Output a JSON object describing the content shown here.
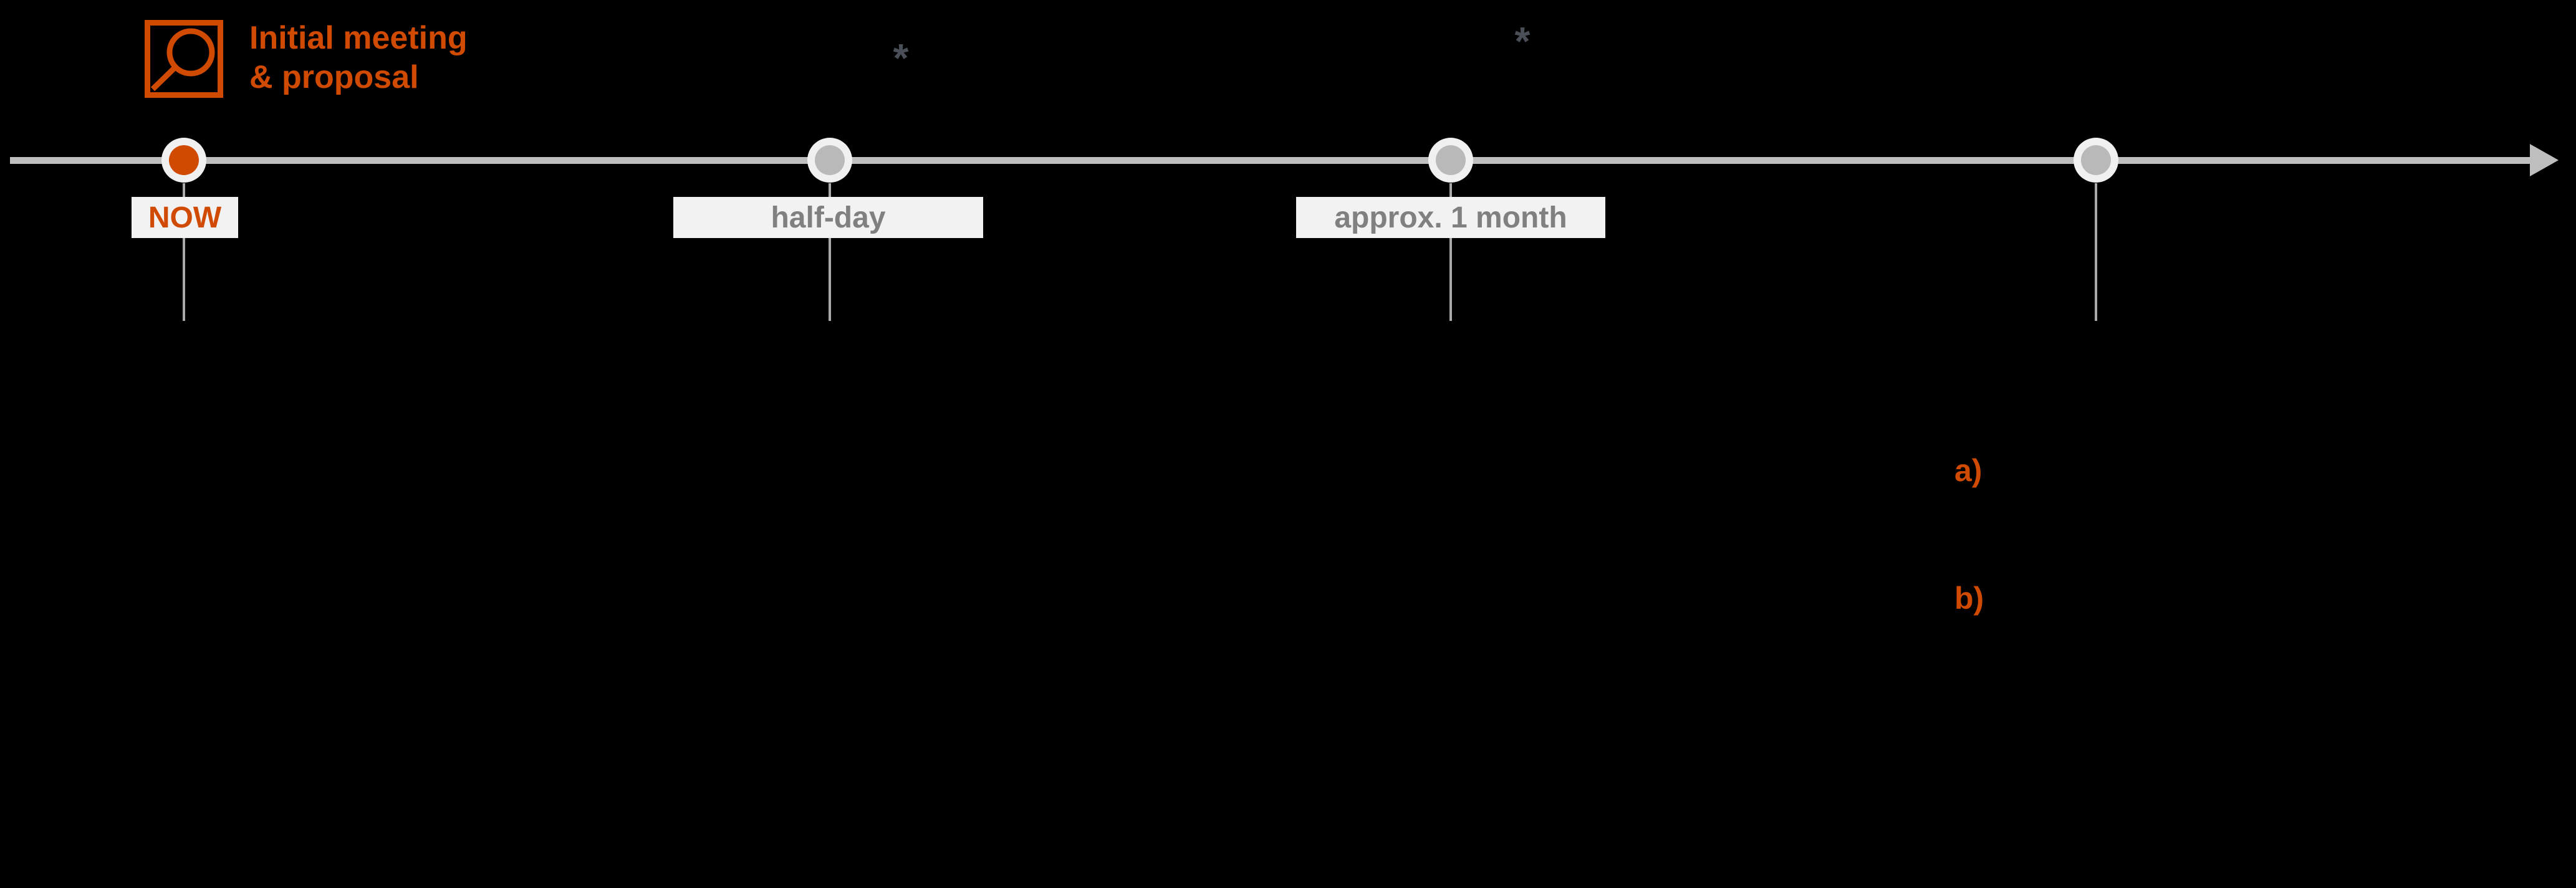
{
  "header": {
    "title_lines": [
      "Initial meeting",
      "& proposal"
    ],
    "icon": "magnifier-icon"
  },
  "timeline": {
    "nodes": [
      {
        "label": "NOW",
        "state": "current"
      },
      {
        "label": "half-day",
        "state": "future"
      },
      {
        "label": "approx. 1 month",
        "state": "future"
      },
      {
        "label": "",
        "state": "future"
      }
    ],
    "footnote_markers": [
      "*",
      "*"
    ]
  },
  "annotations": {
    "a": "a)",
    "b": "b)"
  },
  "colors": {
    "background": "#000000",
    "accent_orange": "#D04A02",
    "timeline_gray": "#BEBEBE",
    "connector_gray": "#A9A9A9",
    "node_ring": "#F0F0F0",
    "node_dot_gray": "#B9B9B9",
    "label_box_bg": "#F2F2F2",
    "label_text_gray": "#808080",
    "asterisk_gray": "#4A4E57"
  }
}
